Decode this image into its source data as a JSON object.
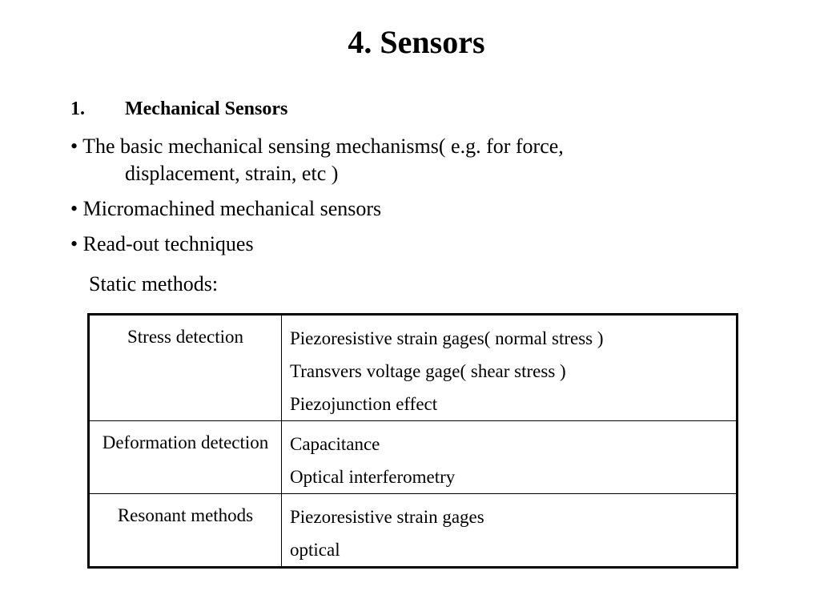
{
  "slide": {
    "title": "4. Sensors",
    "section": {
      "number": "1.",
      "label": "Mechanical Sensors"
    },
    "bullets": [
      {
        "text": "• The basic mechanical sensing mechanisms( e.g. for force,",
        "continuation": "displacement, strain, etc )"
      },
      {
        "text": "• Micromachined mechanical sensors"
      },
      {
        "text": "• Read-out techniques"
      }
    ],
    "static_label": "Static methods:",
    "table": {
      "rows": [
        {
          "category": "Stress detection",
          "items": [
            "Piezoresistive strain gages( normal stress )",
            "Transvers voltage gage( shear stress )",
            "Piezojunction effect"
          ]
        },
        {
          "category": "Deformation detection",
          "items": [
            "Capacitance",
            "Optical interferometry"
          ]
        },
        {
          "category": "Resonant methods",
          "items": [
            "Piezoresistive strain gages",
            "optical"
          ]
        }
      ]
    }
  }
}
